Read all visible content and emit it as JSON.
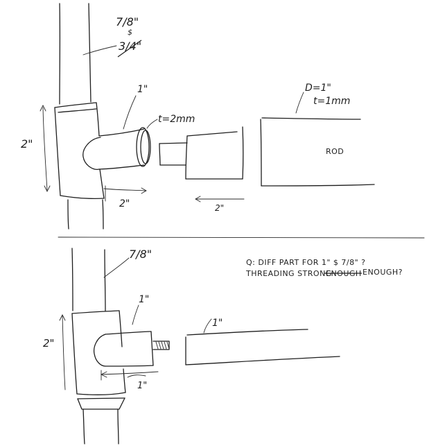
{
  "top_view": {
    "pipe_dia_new": "7/8\"",
    "pipe_dia_amp": "$",
    "pipe_dia_old": "3/4\"",
    "tee_height": "2\"",
    "branch_dia": "1\"",
    "branch_thickness": "t=2mm",
    "branch_length": "2\"",
    "adapter_length": "2\"",
    "rod_dia": "D=1\"",
    "rod_thickness": "t=1mm",
    "rod_label": "ROD"
  },
  "bottom_view": {
    "pipe_dia": "7/8\"",
    "branch_dia": "1\"",
    "rod_dia": "1\"",
    "tee_height": "2\"",
    "branch_length": "1\"",
    "question_line1": "Q: DIFF PART FOR 1\" $ 7/8\" ?",
    "question_line2_a": "THREADING STRONG",
    "question_line2_struck": "ENOUGH",
    "question_line2_b": "ENOUGH?"
  }
}
